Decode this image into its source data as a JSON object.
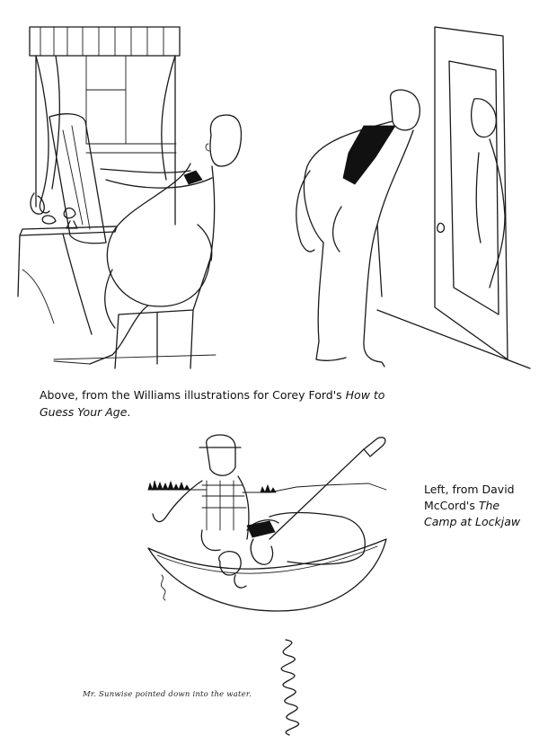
{
  "captions": {
    "top_prefix": "Above, from the Williams illustrations for Corey Ford's ",
    "top_title": "How to Guess Your Age",
    "top_suffix": ".",
    "left_prefix": "Left, from David McCord's ",
    "left_title": "The Camp at Lockjaw",
    "scene_line": "Mr. Sunwise pointed down into the water."
  },
  "illustrations": [
    {
      "name": "man-reading-newspaper-at-table"
    },
    {
      "name": "man-looking-in-mirror"
    },
    {
      "name": "men-in-canoe-looking-into-water"
    }
  ],
  "colors": {
    "ink": "#1a1a1a",
    "paper": "#ffffff"
  }
}
